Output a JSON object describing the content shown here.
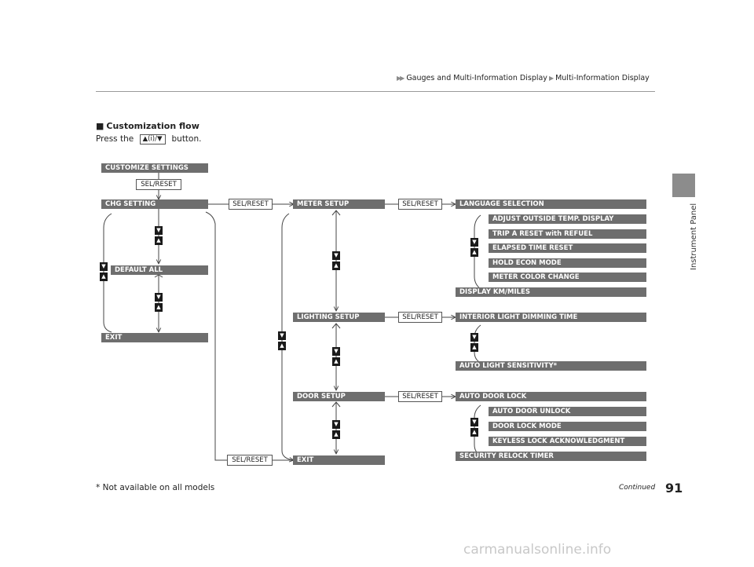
{
  "breadcrumb": {
    "part1": "Gauges and Multi-Information Display",
    "part2": "Multi-Information Display"
  },
  "side_label": "Instrument Panel",
  "heading": {
    "title": "Customization flow",
    "press_prefix": "Press the",
    "press_icon": "▲(i)/▼",
    "press_suffix": "button."
  },
  "sel_reset": "SEL/RESET",
  "bars": {
    "customize_settings": "CUSTOMIZE SETTINGS",
    "chg_setting": "CHG SETTING",
    "default_all": "DEFAULT ALL",
    "exit_left": "EXIT",
    "meter_setup": "METER SETUP",
    "lighting_setup": "LIGHTING SETUP",
    "door_setup": "DOOR SETUP",
    "exit_mid": "EXIT",
    "language_selection": "LANGUAGE SELECTION",
    "adjust_outside_temp": "ADJUST OUTSIDE TEMP. DISPLAY",
    "trip_a_reset": "TRIP A RESET with REFUEL",
    "elapsed_time_reset": "ELAPSED TIME RESET",
    "hold_econ_mode": "HOLD ECON MODE",
    "meter_color_change": "METER COLOR CHANGE",
    "display_km_miles": "DISPLAY KM/MILES",
    "interior_light_dimming": "INTERIOR LIGHT DIMMING TIME",
    "auto_light_sensitivity": "AUTO LIGHT SENSITIVITY*",
    "auto_door_lock": "AUTO DOOR LOCK",
    "auto_door_unlock": "AUTO DOOR UNLOCK",
    "door_lock_mode": "DOOR LOCK MODE",
    "keyless_lock_ack": "KEYLESS LOCK ACKNOWLEDGMENT",
    "security_relock_timer": "SECURITY RELOCK TIMER"
  },
  "arrows": {
    "down": "▼",
    "up": "▲"
  },
  "footer": {
    "note": "* Not available on all models",
    "continued": "Continued",
    "page_number": "91"
  },
  "watermark": "carmanualsonline.info"
}
